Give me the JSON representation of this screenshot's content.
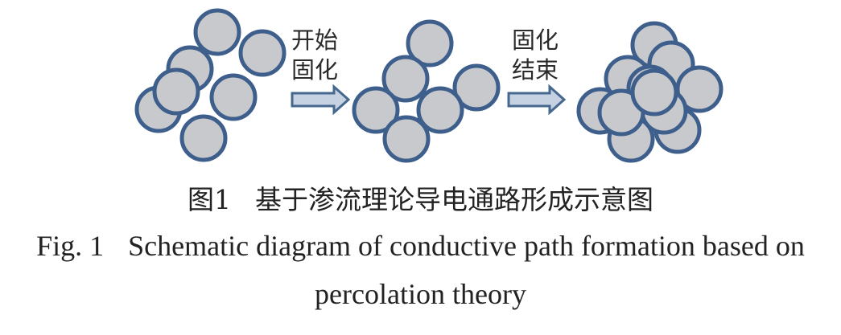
{
  "diagram": {
    "stage_labels": {
      "start_curing": "开始\n固化",
      "end_curing": "固化\n结束"
    },
    "colors": {
      "particle_fill": "#c8c9cc",
      "particle_stroke": "#3e5f8c",
      "arrow_fill": "#c6d1e1",
      "arrow_stroke": "#46688f"
    }
  },
  "caption": {
    "cn_label": "图1",
    "cn_text": "基于渗流理论导电通路形成示意图",
    "en_label": "Fig. 1",
    "en_text_line1": "Schematic diagram of conductive path formation based on",
    "en_text_line2": "percolation theory"
  }
}
